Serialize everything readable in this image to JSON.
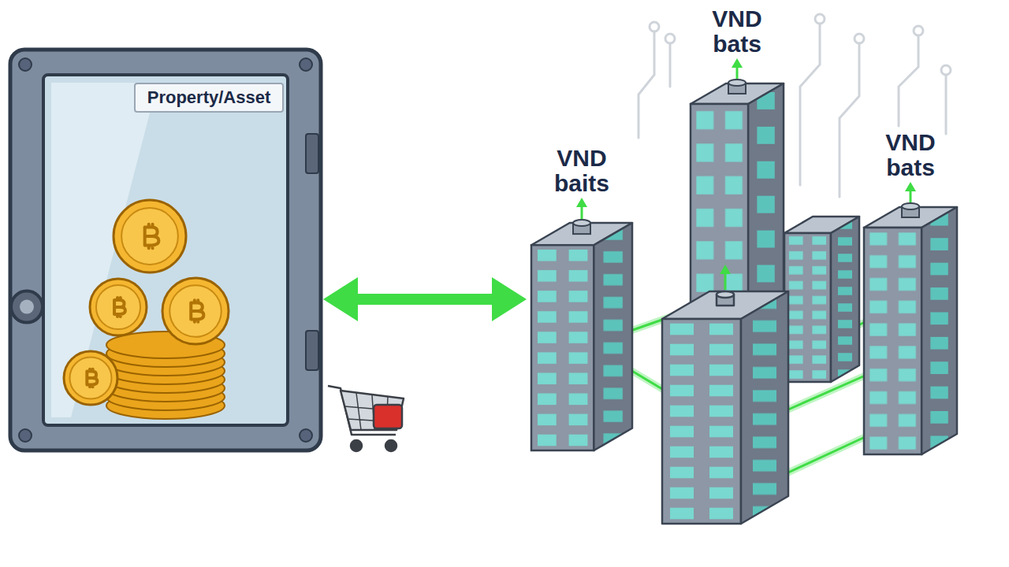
{
  "diagram": {
    "nodes": [
      {
        "text": [
          "Property/Asset"
        ]
      },
      {
        "text": [
          "VND baits"
        ]
      },
      {
        "text": [
          "VND bats"
        ]
      },
      {
        "text": [
          "VND bats"
        ]
      }
    ],
    "edges": [
      {
        "from": 0,
        "to": 1,
        "arrow": "both"
      }
    ]
  }
}
